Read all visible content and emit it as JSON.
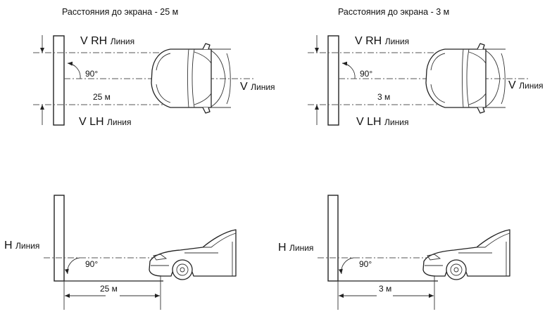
{
  "panels": {
    "top_left": {
      "title": "Расстояния до экрана - 25 м",
      "vrh": "V RH",
      "vrh_sub": "Линия",
      "vlh": "V LH",
      "vlh_sub": "Линия",
      "v": "V",
      "v_sub": "Линия",
      "angle": "90°",
      "distance": "25 м"
    },
    "top_right": {
      "title": "Расстояния до экрана - 3 м",
      "vrh": "V RH",
      "vrh_sub": "Линия",
      "vlh": "V LH",
      "vlh_sub": "Линия",
      "v": "V",
      "v_sub": "Линия",
      "angle": "90°",
      "distance": "3 м"
    },
    "bottom_left": {
      "h": "H",
      "h_sub": "Линия",
      "angle": "90°",
      "distance": "25 м"
    },
    "bottom_right": {
      "h": "H",
      "h_sub": "Линия",
      "angle": "90°",
      "distance": "3 м"
    }
  }
}
